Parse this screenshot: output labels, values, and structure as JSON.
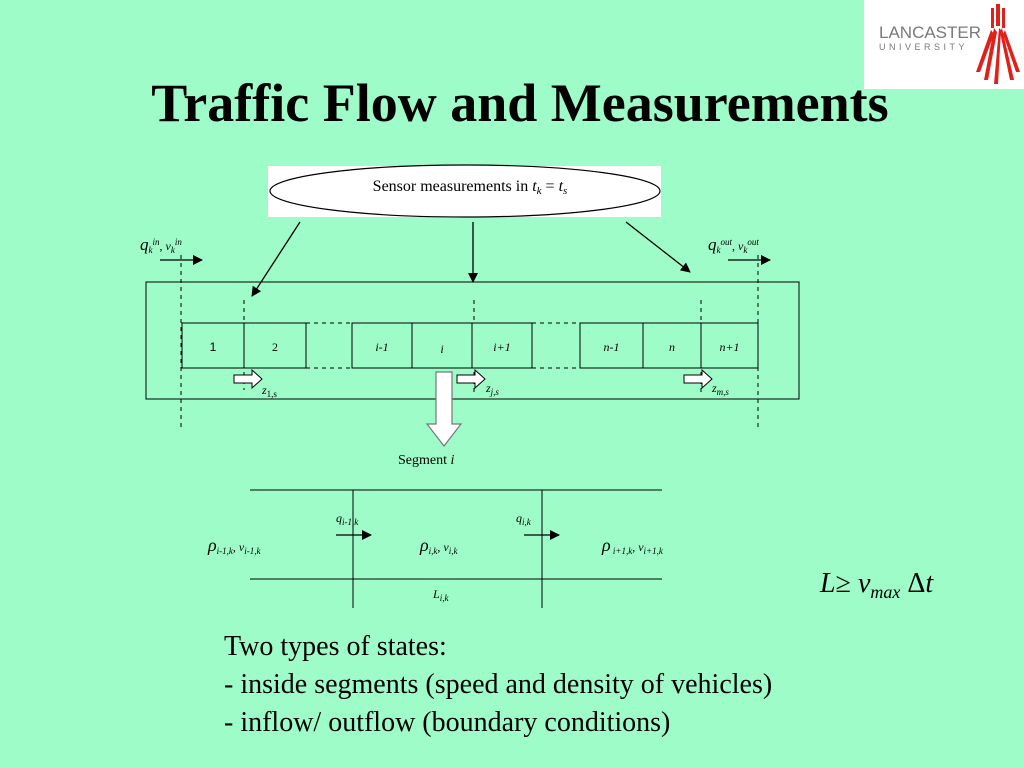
{
  "slide": {
    "title": "Traffic Flow and Measurements",
    "logo": {
      "line1": "LANCASTER",
      "line2": "UNIVERSITY"
    }
  },
  "diagram": {
    "sensor_text": "Sensor measurements in ",
    "sensor_t1": "t",
    "sensor_t1_sub": "k",
    "sensor_eq": " = ",
    "sensor_t2": "t",
    "sensor_t2_sub": "s",
    "inflow": {
      "q": "q",
      "sub": "k",
      "sup": "in",
      "sep": ", ",
      "v": "v",
      "vsub": "k",
      "vsup": "in"
    },
    "outflow": {
      "q": "q",
      "sub": "k",
      "sup": "out",
      "sep": ", ",
      "v": "v",
      "vsub": "k",
      "vsup": "out"
    },
    "cells": [
      "1",
      "2",
      "i-1",
      "i",
      "i+1",
      "n-1",
      "n",
      "n+1"
    ],
    "sensors": [
      {
        "z": "z",
        "sub": "1,s"
      },
      {
        "z": "z",
        "sub": "j,s"
      },
      {
        "z": "z",
        "sub": "m,s"
      }
    ],
    "segment_label": "Segment ",
    "segment_index": "i",
    "flows": [
      {
        "q": "q",
        "sub": "i-1,k"
      },
      {
        "q": "q",
        "sub": "i,k"
      }
    ],
    "states": [
      {
        "rho": "ρ",
        "rsub": "i-1,k",
        "sep": ", ",
        "v": "v",
        "vsub": "i-1,k"
      },
      {
        "rho": "ρ",
        "rsub": "i,k",
        "sep": ", ",
        "v": "v",
        "vsub": "i,k"
      },
      {
        "rho": "ρ",
        "rsub": " i+1,k",
        "sep": ", ",
        "v": "v",
        "vsub": "i+1,k"
      }
    ],
    "length": {
      "L": "L",
      "sub": "i,k"
    }
  },
  "formula": {
    "L": "L",
    "geq": "≥ ",
    "v": "v",
    "vsub": "max",
    "delta": " Δ",
    "t": "t"
  },
  "text": {
    "line1": "Two types of states:",
    "line2": "- inside segments (speed and density of vehicles)",
    "line3": "- inflow/ outflow (boundary conditions)"
  },
  "colors": {
    "background": "#9dfcc8",
    "logo_red": "#e0201b",
    "logo_grey": "#7a7a7a"
  }
}
